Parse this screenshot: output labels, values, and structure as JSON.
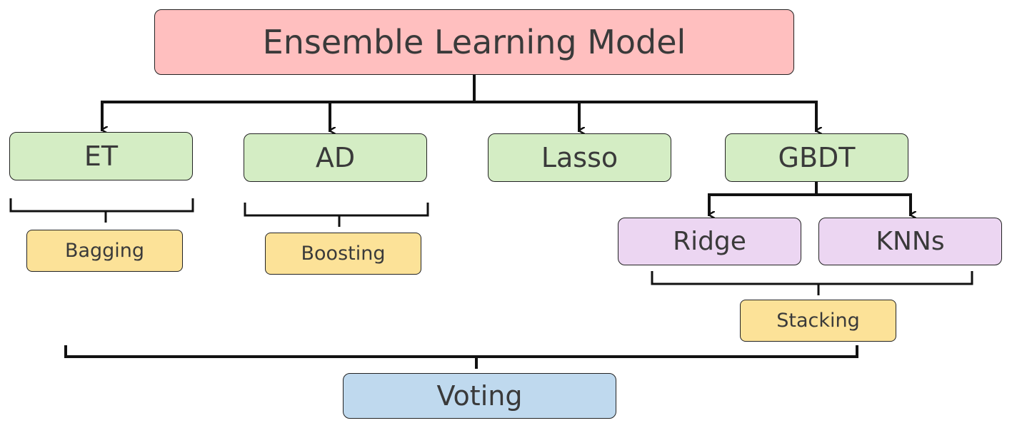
{
  "diagram": {
    "root": "Ensemble Learning Model",
    "models": {
      "et": "ET",
      "ad": "AD",
      "lasso": "Lasso",
      "gbdt": "GBDT",
      "ridge": "Ridge",
      "knns": "KNNs"
    },
    "methods": {
      "bagging": "Bagging",
      "boosting": "Boosting",
      "stacking": "Stacking",
      "voting": "Voting"
    }
  },
  "colors": {
    "root": "#ffbfbf",
    "base_model": "#d4edc4",
    "sub_model": "#ecd6f2",
    "method": "#fce298",
    "voting": "#bfd9ee",
    "line": "#111111"
  }
}
